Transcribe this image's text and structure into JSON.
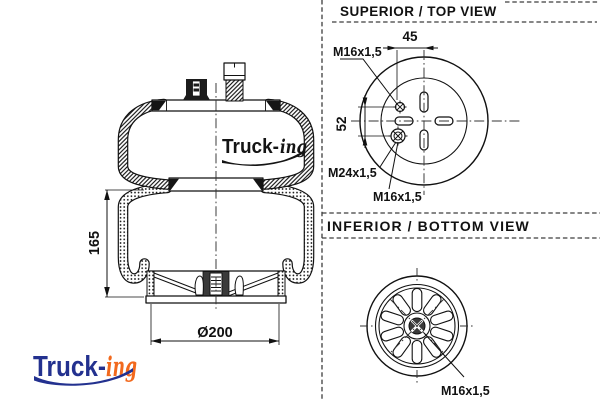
{
  "side_view": {
    "height_dim": "165",
    "diameter_dim": "Ø200",
    "logo_main": "Truck-",
    "logo_suffix": "ing"
  },
  "top_view": {
    "title": "SUPERIOR / TOP VIEW",
    "width_dim": "45",
    "spacing_dim": "52",
    "thread_top": "M16x1,5",
    "thread_center": "M24x1,5",
    "thread_bottom": "M16x1,5"
  },
  "bottom_view": {
    "title": "INFERIOR / BOTTOM VIEW",
    "thread": "M16x1,5"
  },
  "brand": {
    "name_main": "Truck-",
    "name_suffix": "ing",
    "navy": "#23318f",
    "orange": "#f2691d",
    "ink": "#1a1a1a"
  }
}
